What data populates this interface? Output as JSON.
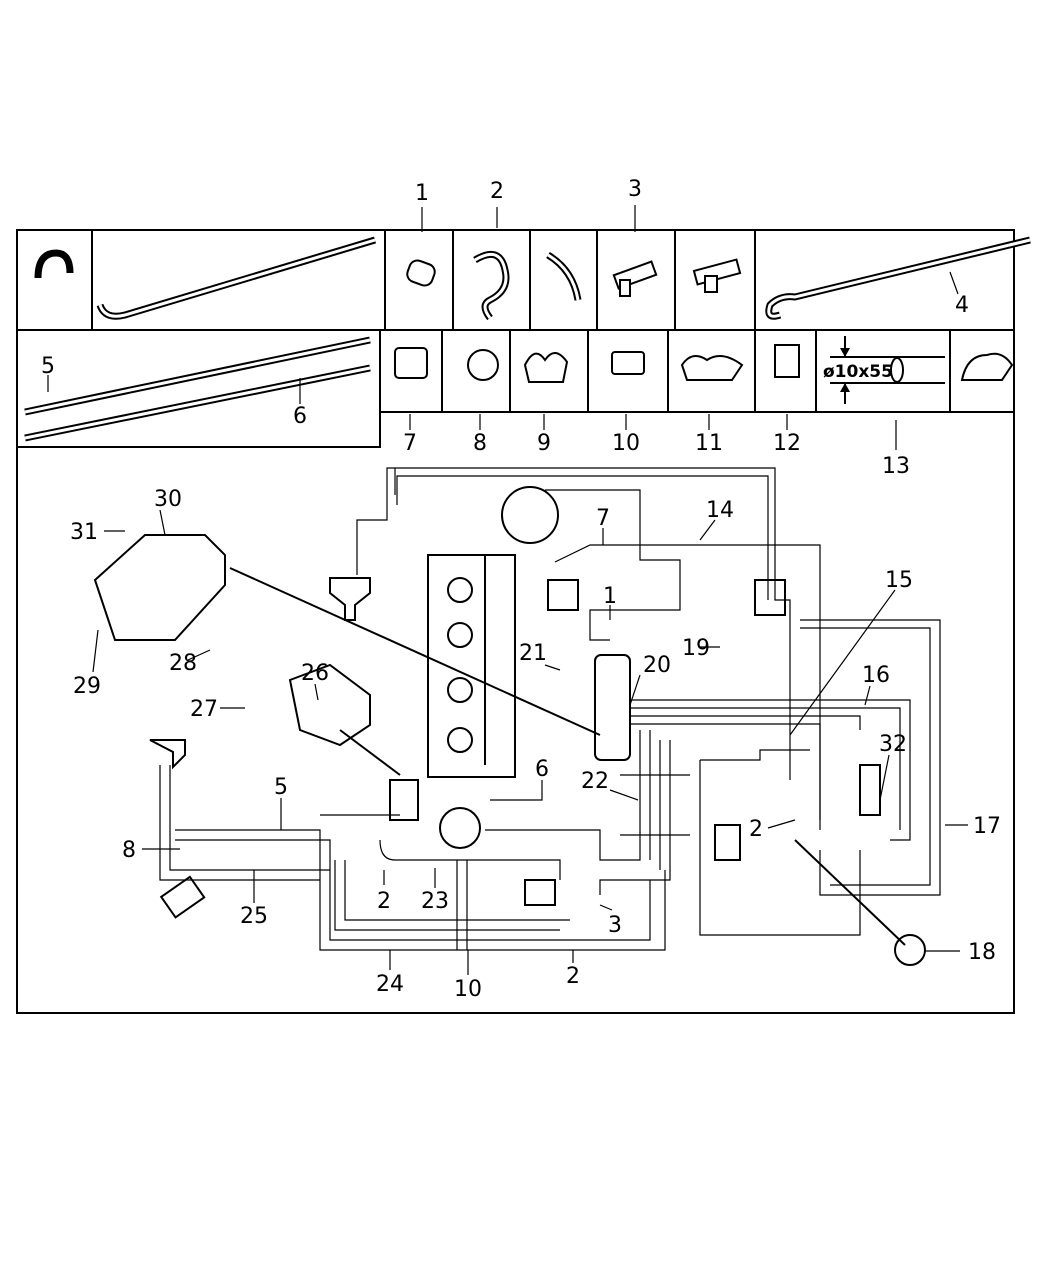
{
  "diagram": {
    "callouts": [
      "1",
      "2",
      "3",
      "4",
      "5",
      "6",
      "7",
      "8",
      "9",
      "10",
      "11",
      "12",
      "13",
      "14",
      "7",
      "30",
      "31",
      "15",
      "1",
      "19",
      "21",
      "20",
      "16",
      "29",
      "28",
      "26",
      "27",
      "32",
      "6",
      "22",
      "5",
      "2",
      "17",
      "8",
      "2",
      "23",
      "25",
      "3",
      "18",
      "24",
      "10",
      "2"
    ],
    "dimension_label": "ø10x55"
  }
}
